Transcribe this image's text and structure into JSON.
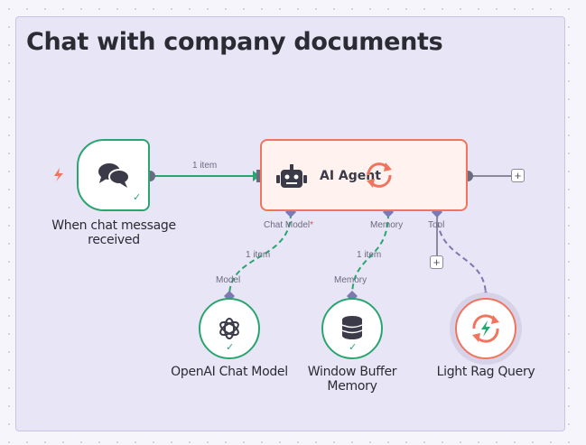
{
  "canvas": {
    "sticky_title": "Chat with company documents"
  },
  "nodes": {
    "trigger": {
      "label": "When chat message received",
      "icon": "chat-bubbles-icon",
      "status": "success"
    },
    "agent": {
      "label": "AI Agent",
      "icon": "robot-icon",
      "status_icon": "loading-refresh-icon"
    },
    "openai": {
      "label": "OpenAI Chat Model",
      "icon": "openai-icon",
      "status": "success"
    },
    "memory": {
      "label": "Window Buffer Memory",
      "icon": "database-icon",
      "status": "success"
    },
    "rag": {
      "label": "Light Rag Query",
      "icon": "lightning-refresh-icon"
    }
  },
  "connections": {
    "main_items": "1 item",
    "chat_model_items": "1 item",
    "memory_items": "1 item"
  },
  "ports": {
    "chat_model": "Chat Model",
    "chat_model_required": "*",
    "memory": "Memory",
    "tool": "Tool",
    "model": "Model",
    "memory_in": "Memory"
  },
  "colors": {
    "success": "#2aa56f",
    "agent_border": "#f0745e",
    "sticky": "#e8e5f6",
    "port": "#7d78b0"
  }
}
